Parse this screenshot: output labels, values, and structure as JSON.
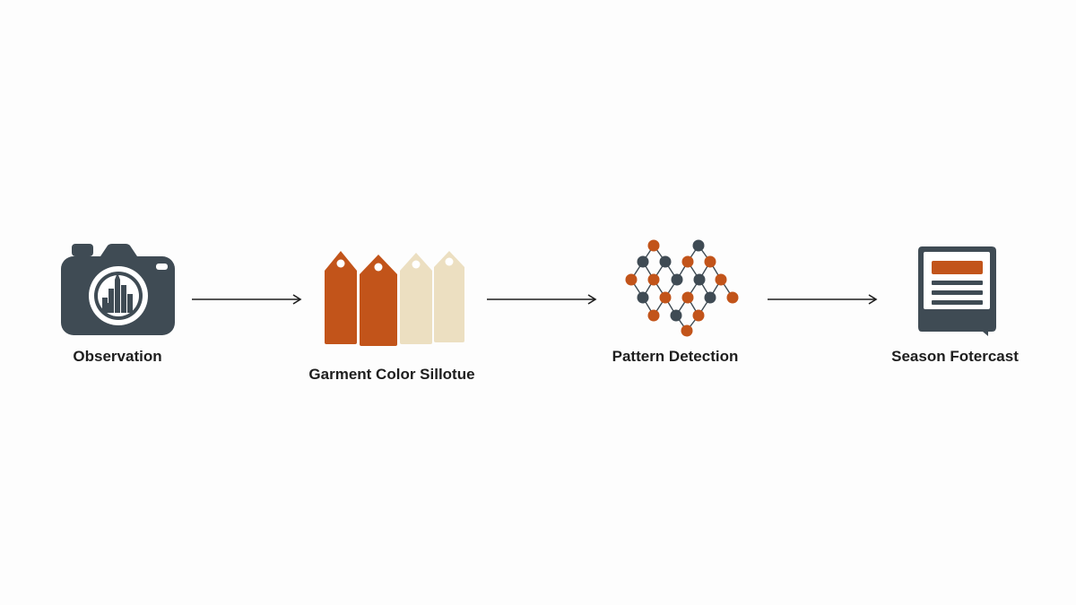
{
  "steps": [
    {
      "label": "Observation",
      "icon": "camera-icon"
    },
    {
      "label": "Garment Color Sillotue",
      "icon": "tags-icon"
    },
    {
      "label": "Pattern Detection",
      "icon": "network-icon"
    },
    {
      "label": "Season Fotercast",
      "icon": "report-icon"
    }
  ],
  "colors": {
    "dark": "#3f4b54",
    "orange": "#c2541a",
    "beige": "#ecdfc1",
    "text": "#1e1e1e",
    "arrow": "#1e1e1e"
  }
}
